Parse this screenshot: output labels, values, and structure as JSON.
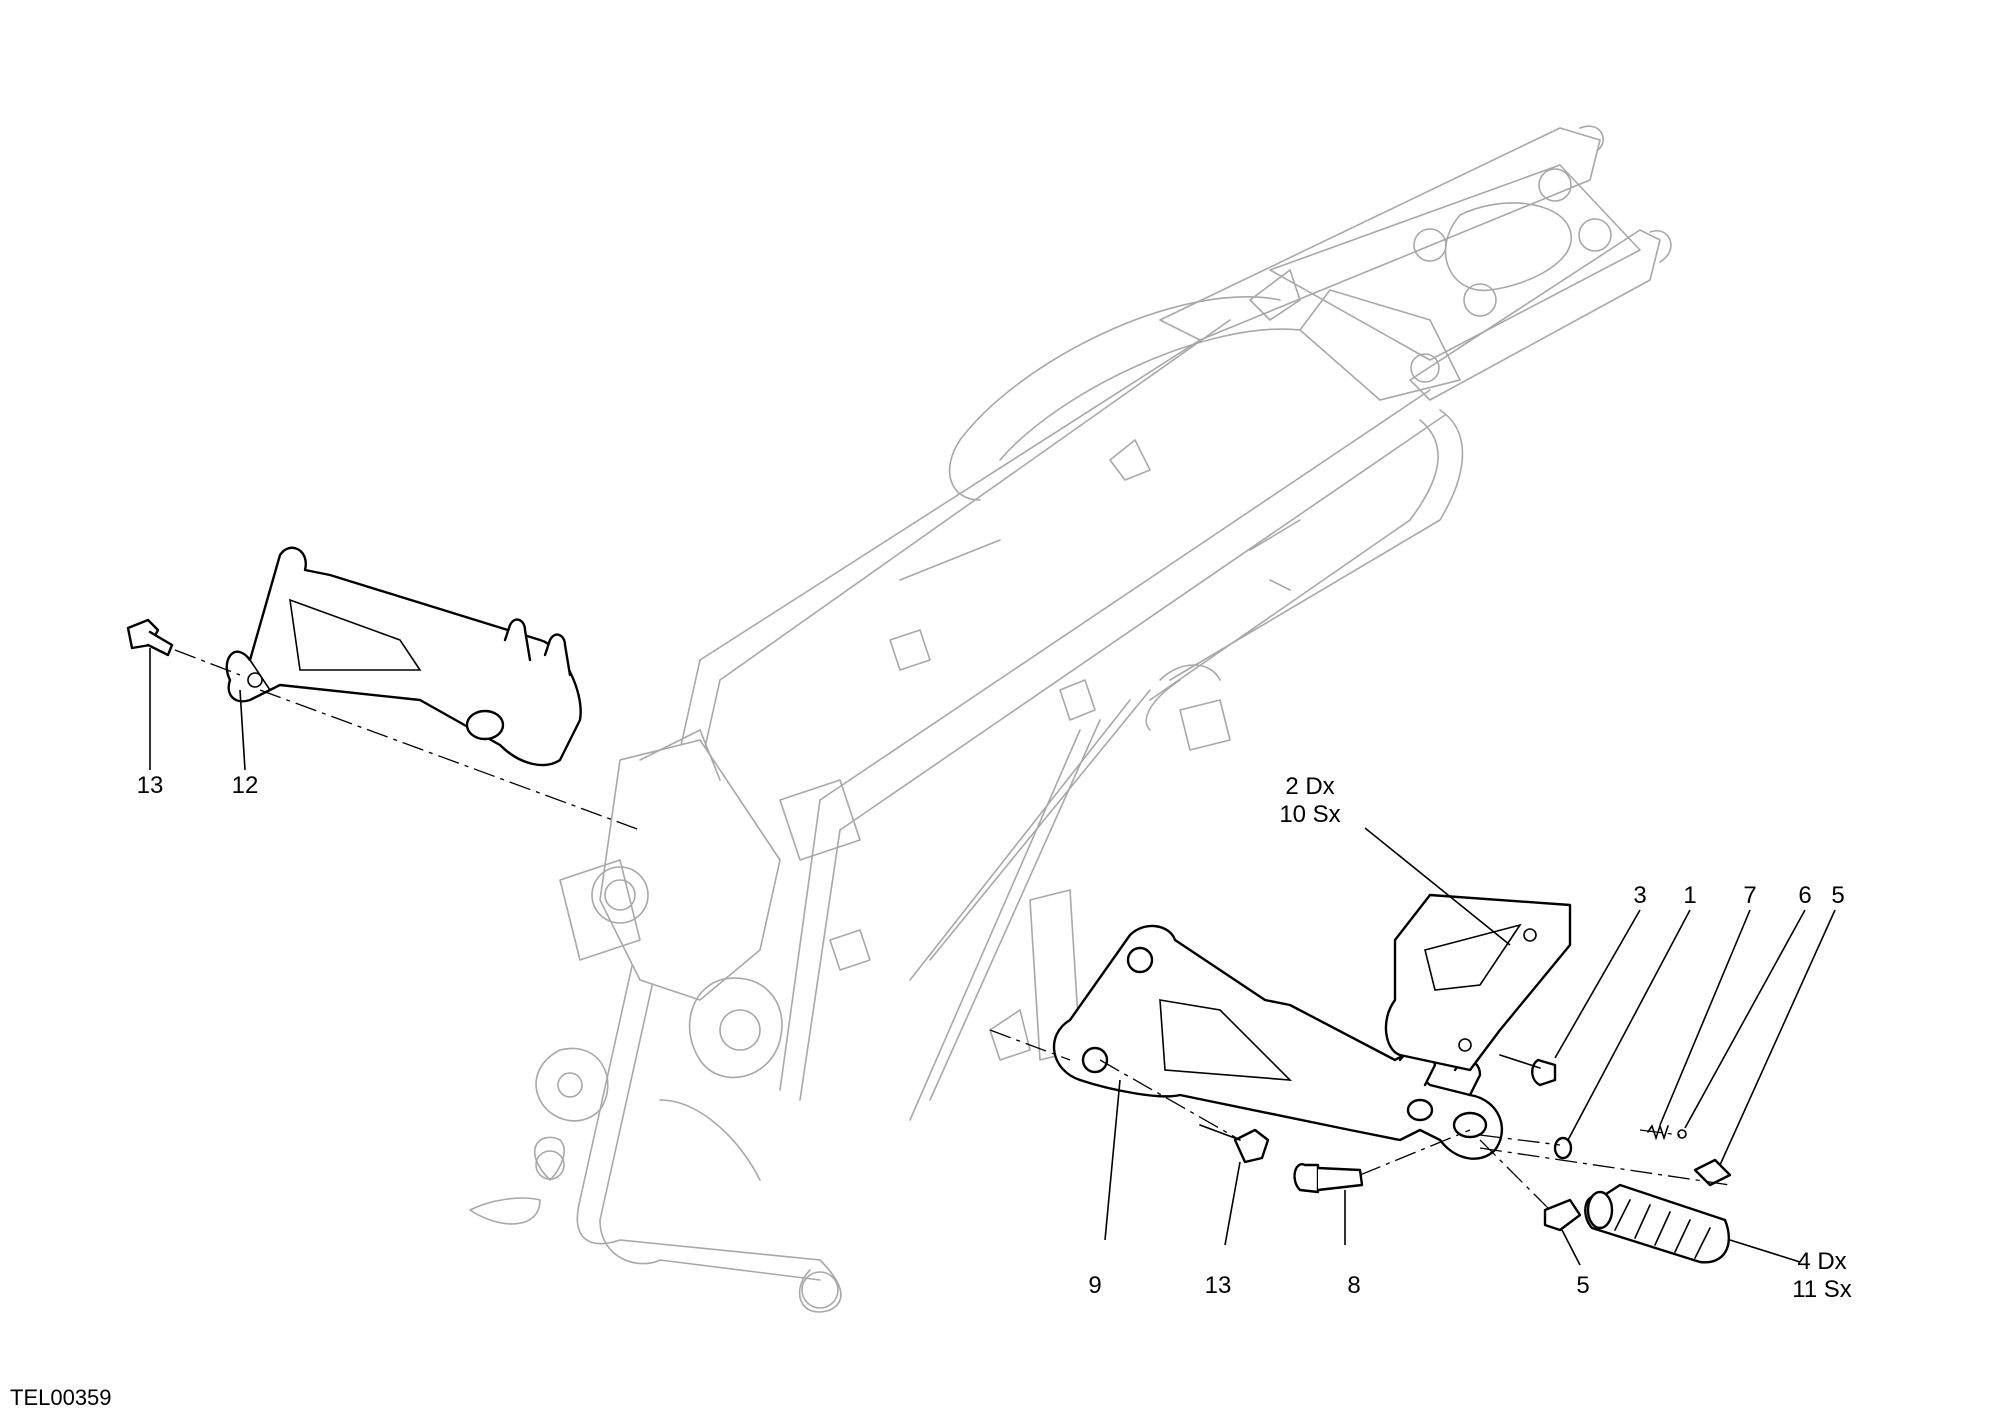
{
  "diagram": {
    "reference_code": "TEL00359",
    "callouts": [
      {
        "id": "c13a",
        "text": "13"
      },
      {
        "id": "c12",
        "text": "12"
      },
      {
        "id": "c2dx",
        "text": "2 Dx\n10 Sx"
      },
      {
        "id": "c3",
        "text": "3"
      },
      {
        "id": "c1",
        "text": "1"
      },
      {
        "id": "c7",
        "text": "7"
      },
      {
        "id": "c6",
        "text": "6"
      },
      {
        "id": "c5a",
        "text": "5"
      },
      {
        "id": "c9",
        "text": "9"
      },
      {
        "id": "c13b",
        "text": "13"
      },
      {
        "id": "c8",
        "text": "8"
      },
      {
        "id": "c5b",
        "text": "5"
      },
      {
        "id": "c4dx",
        "text": "4 Dx\n11 Sx"
      }
    ]
  }
}
